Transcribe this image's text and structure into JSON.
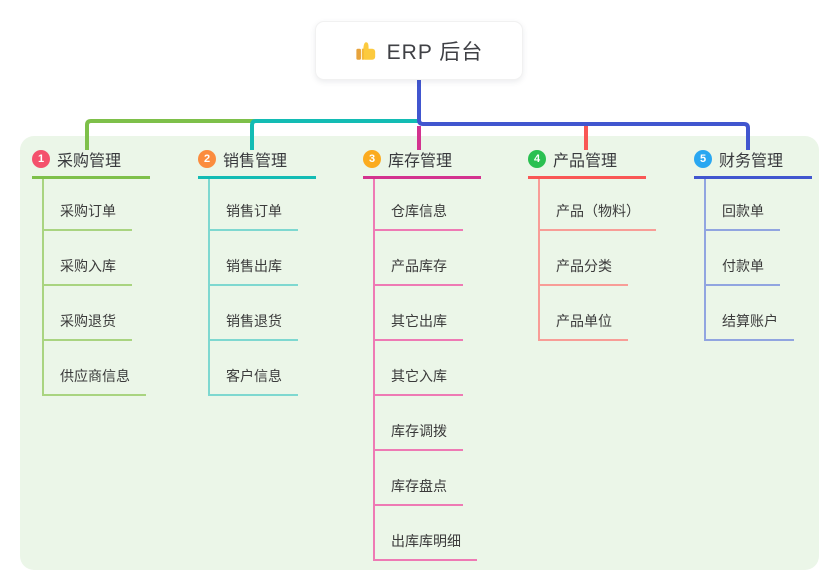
{
  "canvas": {
    "background": "#ffffff",
    "panel_background": "#ebf6e8"
  },
  "root": {
    "title": "ERP 后台",
    "icon": "thumbs-up-icon",
    "icon_color": "#fcca3e",
    "connector_color": "#4156cf"
  },
  "branches": [
    {
      "index": "1",
      "label": "采购管理",
      "badge_color": "#f4516c",
      "line_color": "#7ec04a",
      "child_line_color": "#a9d480",
      "children": [
        "采购订单",
        "采购入库",
        "采购退货",
        "供应商信息"
      ]
    },
    {
      "index": "2",
      "label": "销售管理",
      "badge_color": "#fb8c3e",
      "line_color": "#13bcb4",
      "child_line_color": "#7ed8d0",
      "children": [
        "销售订单",
        "销售出库",
        "销售退货",
        "客户信息"
      ]
    },
    {
      "index": "3",
      "label": "库存管理",
      "badge_color": "#fbab1f",
      "line_color": "#d3338f",
      "child_line_color": "#ee7ab4",
      "children": [
        "仓库信息",
        "产品库存",
        "其它出库",
        "其它入库",
        "库存调拨",
        "库存盘点",
        "出库库明细"
      ]
    },
    {
      "index": "4",
      "label": "产品管理",
      "badge_color": "#2ac051",
      "line_color": "#f95755",
      "child_line_color": "#f89d97",
      "children": [
        "产品（物料）",
        "产品分类",
        "产品单位"
      ]
    },
    {
      "index": "5",
      "label": "财务管理",
      "badge_color": "#29a7f1",
      "line_color": "#4156cf",
      "child_line_color": "#91a5e0",
      "children": [
        "回款单",
        "付款单",
        "结算账户"
      ]
    }
  ]
}
